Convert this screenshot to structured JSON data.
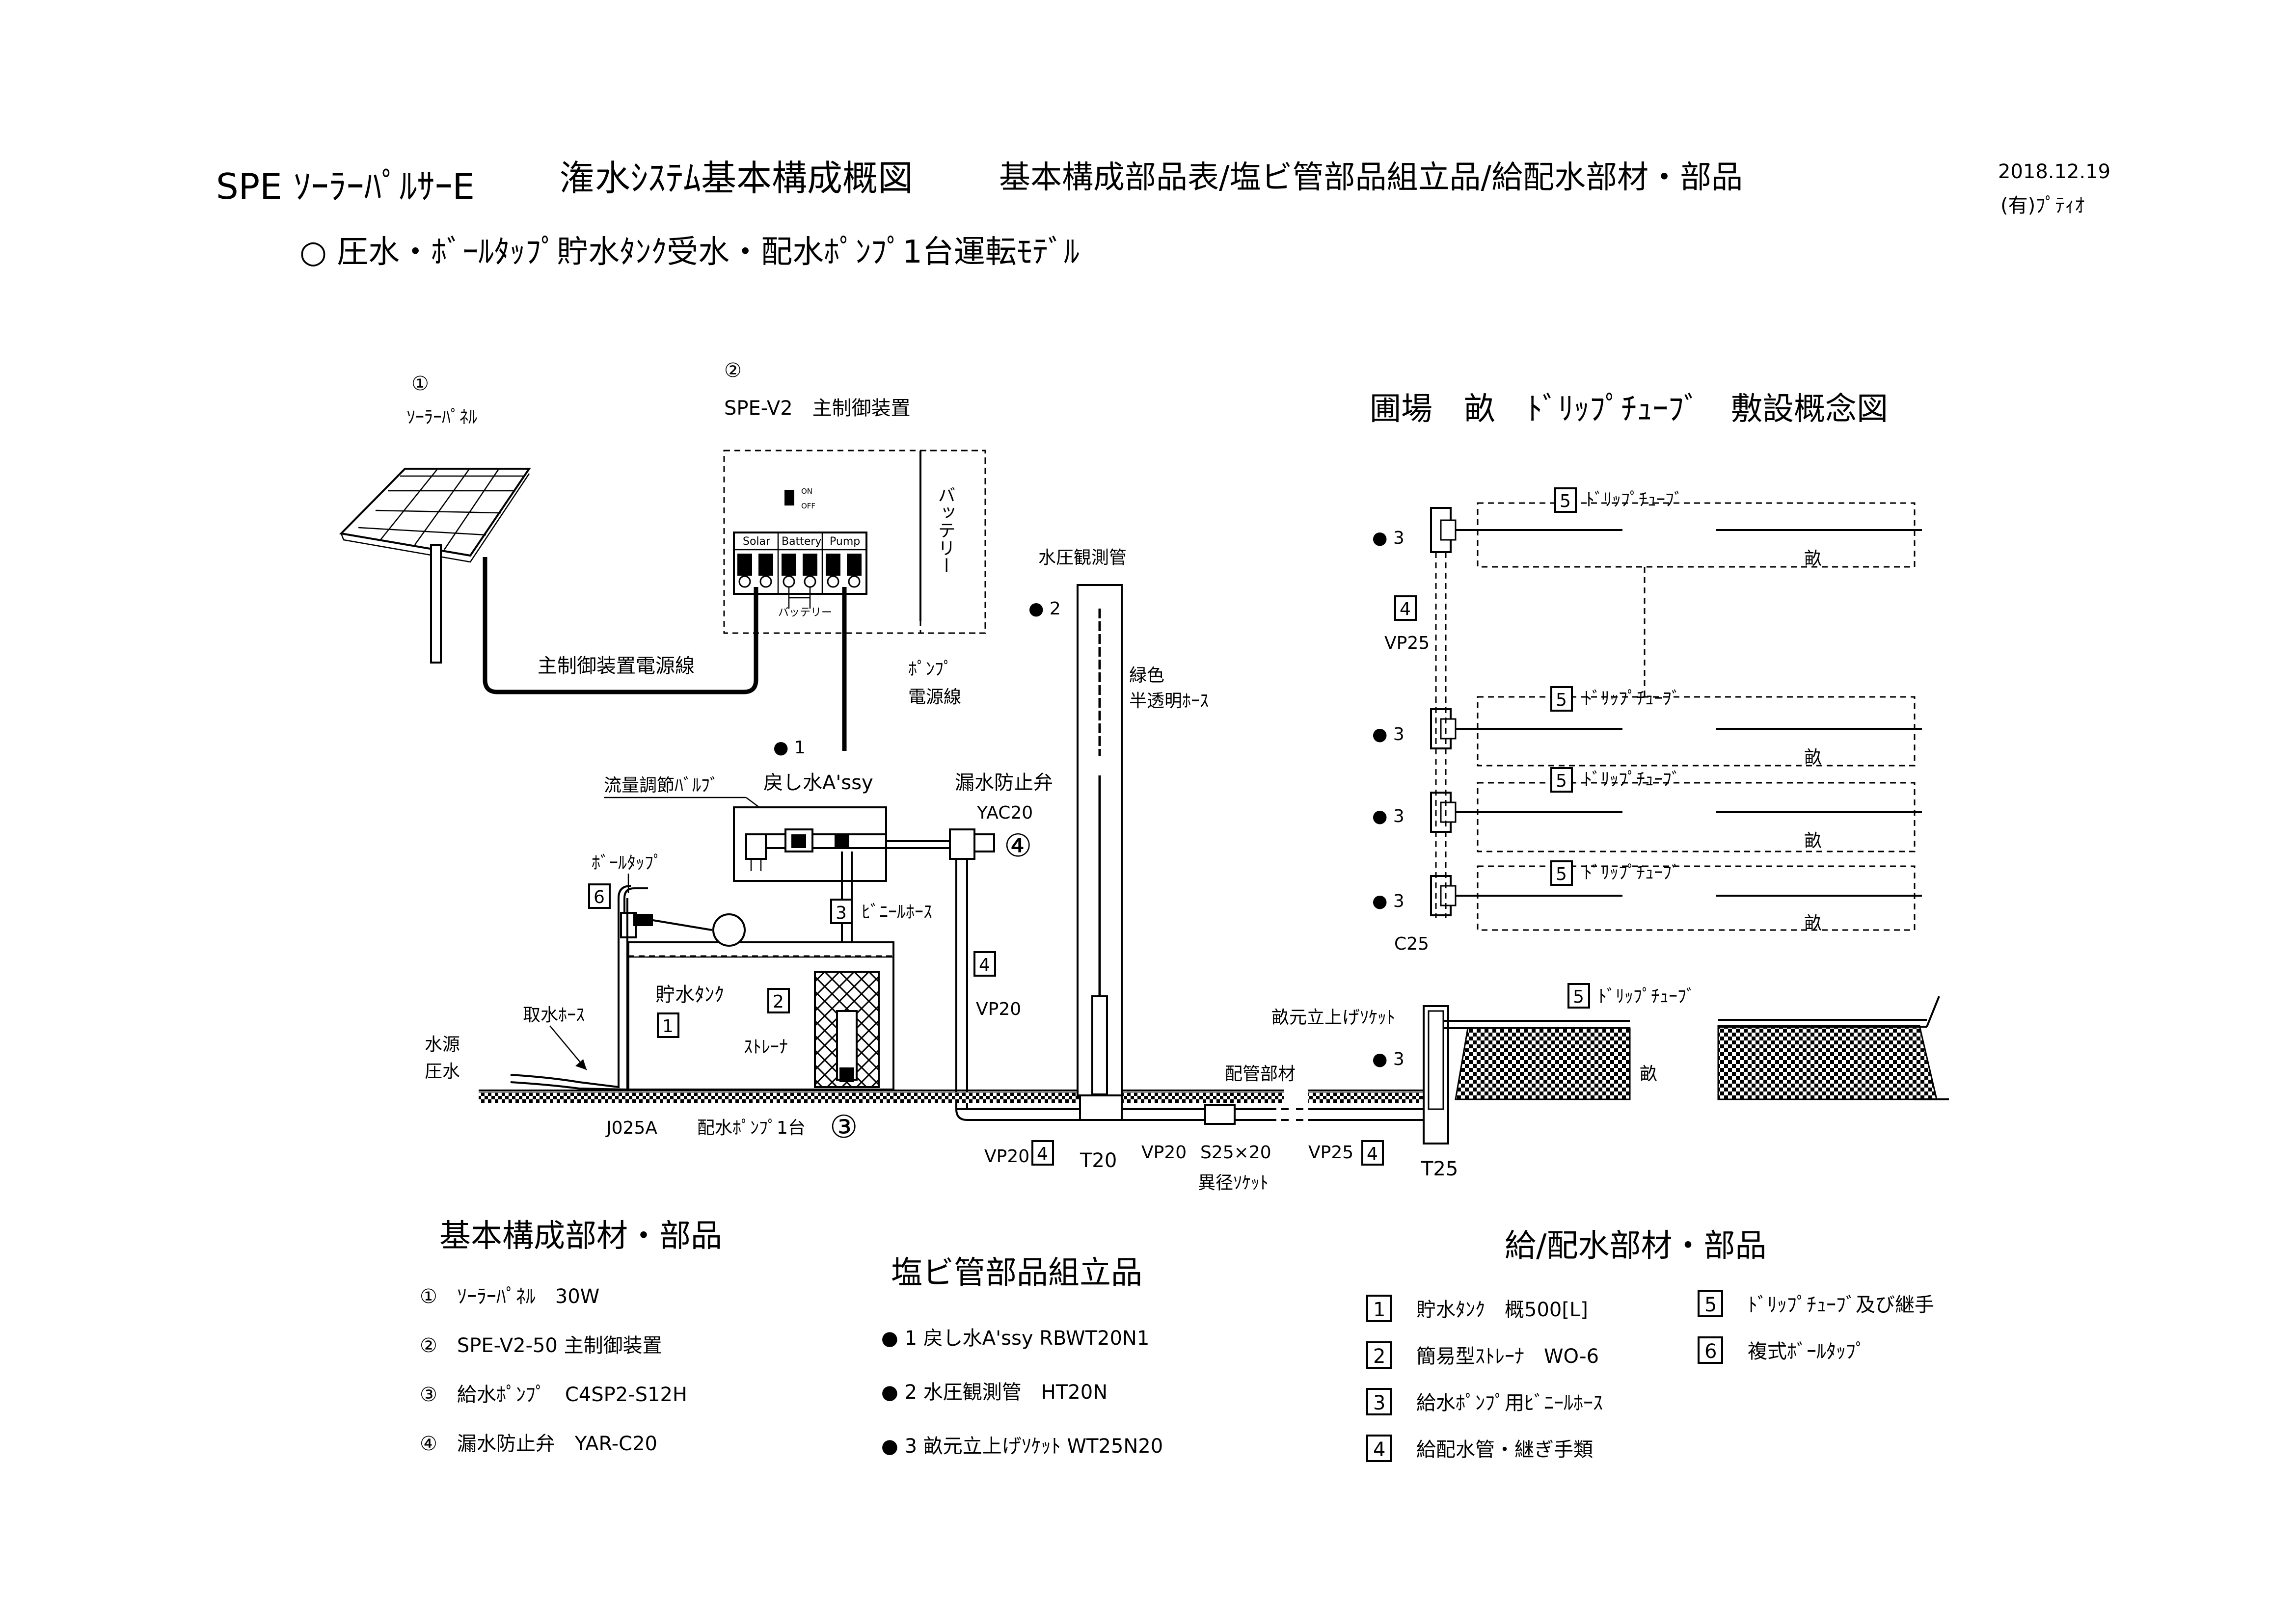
{
  "header": {
    "title_main": "SPE ｿｰﾗｰﾊﾟﾙｻｰE",
    "title_sub": "潅水ｼｽﾃﾑ基本構成概図",
    "title_parts": "基本構成部品表/塩ビ管部品組立品/給配水部材・部品",
    "date": "2018.12.19",
    "company": "(有)ﾌﾟﾃｨｵ",
    "subtitle": "○ 圧水・ﾎﾞｰﾙﾀｯﾌﾟ貯水ﾀﾝｸ受水・配水ﾎﾟﾝﾌﾟ1台運転ﾓﾃﾞﾙ"
  },
  "diagram": {
    "panel_num": "①",
    "panel_label": "ｿｰﾗｰﾊﾟﾈﾙ",
    "controller_num": "②",
    "controller_label": "SPE-V2　主制御装置",
    "switch_on": "ON",
    "switch_off": "OFF",
    "term_solar": "Solar",
    "term_battery": "Battery",
    "term_pump": "Pump",
    "battery_wire": "バッテリー",
    "battery_box": "バッテリー",
    "power_wire": "主制御装置電源線",
    "pump_wire_1": "ﾎﾟﾝﾌﾟ",
    "pump_wire_2": "電源線",
    "return_num": "● 1",
    "return_label": "戻し水A'ssy",
    "flow_valve": "流量調節ﾊﾞﾙﾌﾞ",
    "leak_valve": "漏水防止弁",
    "leak_model": "YAC20",
    "leak_num": "④",
    "ball_tap": "ﾎﾞｰﾙﾀｯﾌﾟ",
    "box6": "6",
    "box3": "3",
    "vinyl_hose": "ﾋﾞﾆｰﾙﾎｰｽ",
    "tank_label": "貯水ﾀﾝｸ",
    "box1": "1",
    "box2": "2",
    "strainer": "ｽﾄﾚｰﾅ",
    "box4": "4",
    "vp20": "VP20",
    "intake_hose": "取水ﾎｰｽ",
    "source_1": "水源",
    "source_2": "圧水",
    "j025a": "J025A",
    "dist_pump": "配水ﾎﾟﾝﾌﾟ1台",
    "dist_pump_num": "③",
    "gauge_label": "水圧観測管",
    "gauge_num": "● 2",
    "green_1": "緑色",
    "green_2": "半透明ﾎｰｽ",
    "vp20_b": "VP20",
    "t20": "T20",
    "vp20_c": "VP20",
    "s25": "S25×20",
    "reducer": "異径ｿｹｯﾄ",
    "vp25": "VP25",
    "t25": "T25",
    "pipe_material": "配管部材",
    "riser_socket": "畝元立上げｿｹｯﾄ",
    "riser_num": "● 3",
    "furrow": "畝",
    "drip_box": "5",
    "drip_tube": "ﾄﾞﾘｯﾌﾟﾁｭｰﾌﾞ"
  },
  "field_plan": {
    "title": "圃場　畝　ﾄﾞﾘｯﾌﾟﾁｭｰﾌﾞ　敷設概念図",
    "riser_label": "● 3",
    "drip_box": "5",
    "drip_tube": "ﾄﾞﾘｯﾌﾟﾁｭｰﾌﾞ",
    "furrow": "畝",
    "vp25_box": "4",
    "vp25": "VP25",
    "c25": "C25"
  },
  "basic_parts": {
    "title": "基本構成部材・部品",
    "items": [
      "①　ｿｰﾗｰﾊﾟﾈﾙ　30W",
      "②　SPE-V2-50 主制御装置",
      "③　給水ﾎﾟﾝﾌﾟ　C4SP2-S12H",
      "④　漏水防止弁　YAR-C20"
    ]
  },
  "pvc_parts": {
    "title": "塩ビ管部品組立品",
    "items": [
      "● 1 戻し水A'ssy RBWT20N1",
      "● 2 水圧観測管　HT20N",
      "● 3 畝元立上げｿｹｯﾄ WT25N20"
    ]
  },
  "supply_parts": {
    "title": "給/配水部材・部品",
    "items_left": [
      {
        "num": "1",
        "text": "貯水ﾀﾝｸ　概500[L]"
      },
      {
        "num": "2",
        "text": "簡易型ｽﾄﾚｰﾅ　WO-6"
      },
      {
        "num": "3",
        "text": "給水ﾎﾟﾝﾌﾟ用ﾋﾞﾆｰﾙﾎｰｽ"
      },
      {
        "num": "4",
        "text": "給配水管・継ぎ手類"
      }
    ],
    "items_right": [
      {
        "num": "5",
        "text": "ﾄﾞﾘｯﾌﾟﾁｭｰﾌﾞ及び継手"
      },
      {
        "num": "6",
        "text": "複式ﾎﾞｰﾙﾀｯﾌﾟ"
      }
    ]
  }
}
